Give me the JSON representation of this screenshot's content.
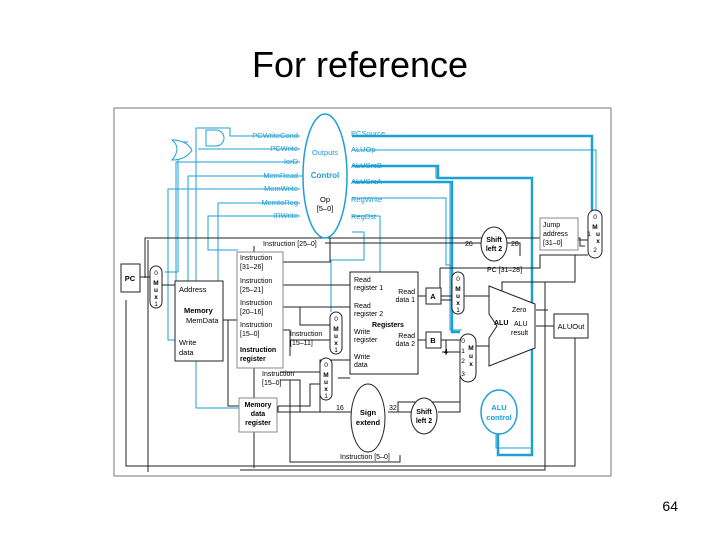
{
  "slide": {
    "title": "For reference",
    "page_number": "64"
  },
  "control": {
    "outputs_label": "Outputs",
    "control_label": "Control",
    "op_label": "Op",
    "op_range": "[5–0]",
    "left_signals": [
      "PCWriteCond",
      "PCWrite",
      "IorD",
      "MemRead",
      "MemWrite",
      "MemtoReg",
      "IRWrite"
    ],
    "right_signals": [
      "PCSource",
      "ALUOp",
      "ALUSrcB",
      "ALUSrcA",
      "RegWrite",
      "RegDst"
    ]
  },
  "pc": {
    "label": "PC"
  },
  "mux_labels": {
    "m": "M",
    "u": "u",
    "x": "x",
    "zero": "0",
    "one": "1",
    "two": "2",
    "three": "3"
  },
  "memory": {
    "address": "Address",
    "title": "Memory",
    "memdata": "MemData",
    "write": "Write",
    "data": "data"
  },
  "instruction": {
    "top": "Instruction [25–0]",
    "i1a": "Instruction",
    "i1b": "[31–26]",
    "i2a": "Instruction",
    "i2b": "[25–21]",
    "i3a": "Instruction",
    "i3b": "[20–16]",
    "i4a": "Instruction",
    "i4b": "[15–0]",
    "reg1": "Instruction",
    "reg2": "register",
    "i5a": "Instruction",
    "i5b": "[15–11]",
    "i6a": "Instruction",
    "i6b": "[15–0]",
    "bottom": "Instruction [5–0]"
  },
  "mdr": {
    "l1": "Memory",
    "l2": "data",
    "l3": "register"
  },
  "registers": {
    "read_register_1a": "Read",
    "read_register_1b": "register 1",
    "read_register_2a": "Read",
    "read_register_2b": "register 2",
    "write_register_a": "Write",
    "write_register_b": "register",
    "write_data_a": "Write",
    "write_data_b": "data",
    "read_data_1a": "Read",
    "read_data_1b": "data 1",
    "read_data_2a": "Read",
    "read_data_2b": "data 2",
    "title": "Registers"
  },
  "sign_extend": {
    "l1": "Sign",
    "l2": "extend",
    "in_bits": "16",
    "out_bits": "32"
  },
  "shift_left_top": {
    "l1": "Shift",
    "l2": "left 2",
    "in_bits": "26",
    "out_bits": "28"
  },
  "shift_left_bottom": {
    "l1": "Shift",
    "l2": "left 2"
  },
  "pc_bits": "PC [31–28]",
  "jump": {
    "l1": "Jump",
    "l2": "address",
    "l3": "[31–0]"
  },
  "reg_a": "A",
  "reg_b": "B",
  "four": "4",
  "alu": {
    "zero": "Zero",
    "alu": "ALU",
    "result_a": "ALU",
    "result_b": "result"
  },
  "aluout": "ALUOut",
  "alu_control": {
    "l1": "ALU",
    "l2": "control"
  },
  "colors": {
    "control_blue": "#1ea0d6",
    "datapath": "#000000",
    "gray": "#666666"
  }
}
